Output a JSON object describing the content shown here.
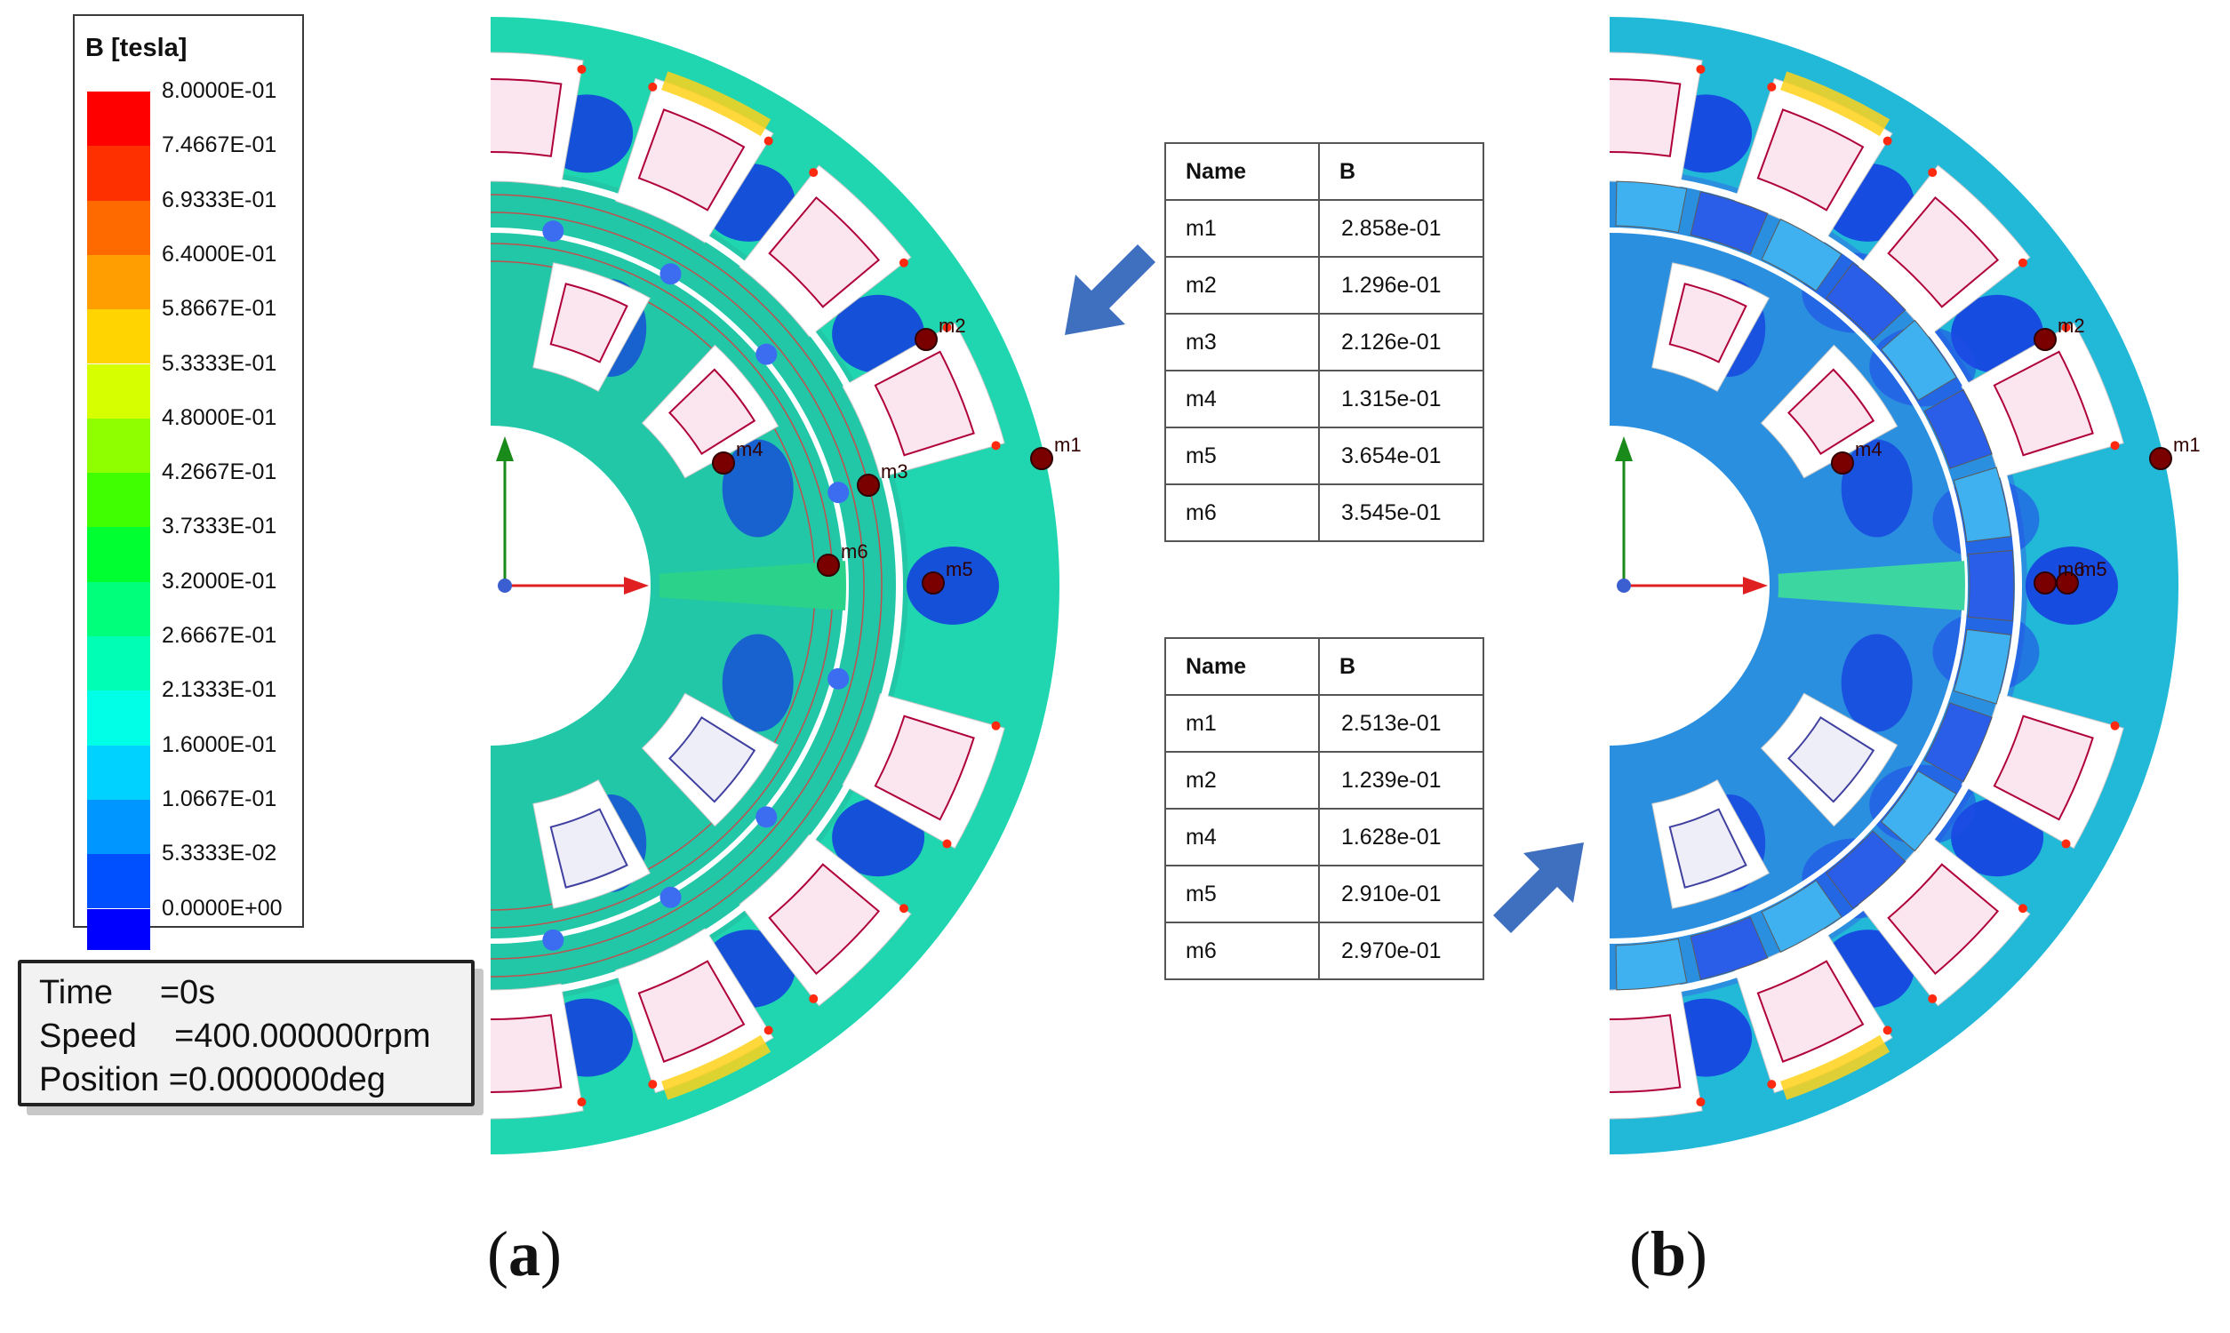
{
  "legend": {
    "title": "B [tesla]",
    "levels": [
      {
        "label": "8.0000E-01",
        "color": "#ff0000"
      },
      {
        "label": "7.4667E-01",
        "color": "#ff3000"
      },
      {
        "label": "6.9333E-01",
        "color": "#ff6a00"
      },
      {
        "label": "6.4000E-01",
        "color": "#ff9e00"
      },
      {
        "label": "5.8667E-01",
        "color": "#ffd400"
      },
      {
        "label": "5.3333E-01",
        "color": "#d6ff00"
      },
      {
        "label": "4.8000E-01",
        "color": "#8fff00"
      },
      {
        "label": "4.2667E-01",
        "color": "#3fff00"
      },
      {
        "label": "3.7333E-01",
        "color": "#00ff30"
      },
      {
        "label": "3.2000E-01",
        "color": "#00ff7a"
      },
      {
        "label": "2.6667E-01",
        "color": "#00ffb4"
      },
      {
        "label": "2.1333E-01",
        "color": "#00ffe6"
      },
      {
        "label": "1.6000E-01",
        "color": "#00d2ff"
      },
      {
        "label": "1.0667E-01",
        "color": "#0096ff"
      },
      {
        "label": "5.3333E-02",
        "color": "#0050ff"
      },
      {
        "label": "0.0000E+00",
        "color": "#0000ff"
      }
    ]
  },
  "info": {
    "time": "Time     =0s",
    "speed": "Speed    =400.000000rpm",
    "position": "Position =0.000000deg"
  },
  "plots": [
    {
      "caption": "a",
      "markers": [
        "m1",
        "m2",
        "m3",
        "m4",
        "m5",
        "m6"
      ]
    },
    {
      "caption": "b",
      "markers": [
        "m1",
        "m2",
        "m4",
        "m5",
        "m6"
      ]
    }
  ],
  "table_a": {
    "header": [
      "Name",
      "B"
    ],
    "rows": [
      [
        "m1",
        "2.858e-01"
      ],
      [
        "m2",
        "1.296e-01"
      ],
      [
        "m3",
        "2.126e-01"
      ],
      [
        "m4",
        "1.315e-01"
      ],
      [
        "m5",
        "3.654e-01"
      ],
      [
        "m6",
        "3.545e-01"
      ]
    ]
  },
  "table_b": {
    "header": [
      "Name",
      "B"
    ],
    "rows": [
      [
        "m1",
        "2.513e-01"
      ],
      [
        "m2",
        "1.239e-01"
      ],
      [
        "m4",
        "1.628e-01"
      ],
      [
        "m5",
        "2.910e-01"
      ],
      [
        "m6",
        "2.970e-01"
      ]
    ]
  },
  "colors": {
    "yoke": "#1fd6b0",
    "stator": "#22c7a8",
    "low_field": "#1438e0",
    "medium_field": "#28a8e8",
    "high_field": "#ffd21a",
    "peak_field": "#ff2a10",
    "coil_fill": "#fbe6ef",
    "coil_edge": "#b0003a",
    "arrow": "#3f6fbf",
    "marker": "#7a0000"
  }
}
